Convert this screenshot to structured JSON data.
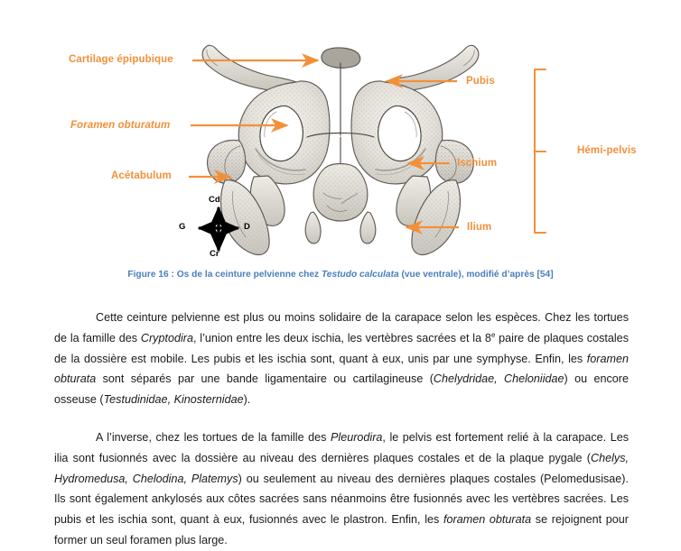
{
  "figure": {
    "labels": {
      "cartilage_epipubique": "Cartilage épipubique",
      "foramen_obturatum": "Foramen obturatum",
      "acetabulum": "Acétabulum",
      "pubis": "Pubis",
      "ischium": "Ischium",
      "ilium": "Ilium",
      "hemi_pelvis": "Hémi-pelvis"
    },
    "orientation_compass": {
      "top": "Cd",
      "bottom": "Cr",
      "left": "G",
      "right": "D"
    },
    "caption": {
      "prefix": "Figure 16 : Os de la ceinture pelvienne chez ",
      "species": "Testudo calculata",
      "suffix": " (vue ventrale), modifié d’après [54]"
    },
    "illustration_alt": "Dessin anatomique en niveaux de gris de la ceinture pelvienne d'une tortue, vue ventrale",
    "colors": {
      "label_orange": "#f2903a",
      "caption_blue": "#4a7ebb",
      "compass_black": "#000000",
      "bone_outline": "#5a5550",
      "bone_fill": "#e9e6e0"
    }
  },
  "body": {
    "paragraph_1": {
      "part_1": "Cette ceinture pelvienne est plus ou moins solidaire de la carapace selon les espèces. Chez les tortues de la famille des ",
      "italic_1": "Cryptodira",
      "part_2": ", l’union entre les deux ischia, les vertèbres sacrées et la 8",
      "superscript": "e",
      "part_3": " paire de plaques costales de la dossière est mobile. Les pubis et les ischia sont, quant à eux, unis par une symphyse. Enfin, les ",
      "italic_2": "foramen obturata",
      "part_4": " sont séparés par une bande ligamentaire ou cartilagineuse (",
      "italic_3": "Chelydridae, Cheloniidae",
      "part_5": ") ou encore osseuse (",
      "italic_4": "Testudinidae, Kinosternidae",
      "part_6": ")."
    },
    "paragraph_2": {
      "part_1": "A l’inverse, chez les tortues de la famille des ",
      "italic_1": "Pleurodira",
      "part_2": ", le pelvis est fortement relié à la carapace. Les ilia sont fusionnés avec la dossière au niveau des dernières plaques costales et de la plaque pygale (",
      "italic_2": "Chelys, Hydromedusa, Chelodina, Platemys",
      "part_3": ") ou seulement au niveau des dernières plaques costales (Pelomedusisae). Ils sont également ankylosés aux côtes sacrées sans néanmoins être fusionnés avec les vertèbres sacrées. Les pubis et les ischia sont, quant à eux, fusionnés avec le plastron. Enfin, les ",
      "italic_3": "foramen obturata",
      "part_4": " se rejoignent pour former un seul foramen plus large."
    }
  }
}
